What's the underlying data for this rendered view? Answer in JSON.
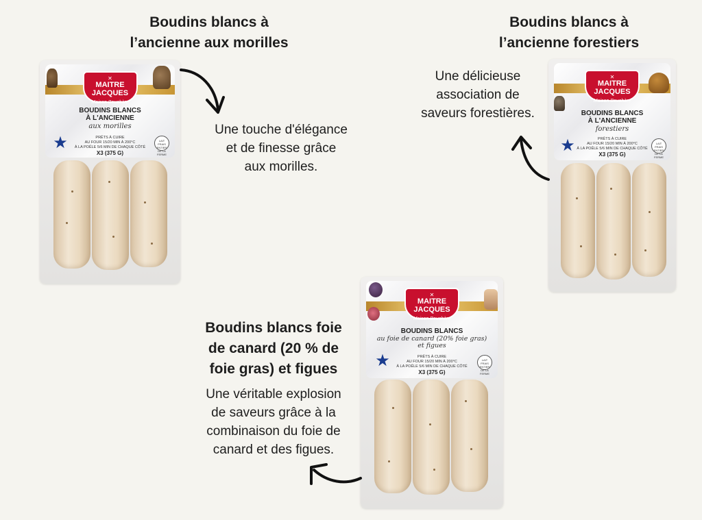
{
  "products": [
    {
      "title": "Boudins blancs à l’ancienne aux morilles",
      "title_lines": [
        "Boudins blancs à",
        "l’ancienne aux morilles"
      ],
      "description_lines": [
        "Une touche d'élégance",
        "et de finesse grâce",
        "aux morilles."
      ],
      "pack": {
        "brand_line1": "MAITRE",
        "brand_line2": "JACQUES",
        "brand_sub": "Maison Bouchère",
        "name_line1": "BOUDINS BLANCS",
        "name_line2": "À L'ANCIENNE",
        "variety": "aux morilles",
        "ready": "PRÊTS À CUIRE",
        "cook_line1": "AU FOUR 15/20 MIN À 200°C",
        "cook_line2": "À LA POÊLE 5/6 MIN DE CHAQUE CÔTÉ",
        "quantity": "X3 (375 G)",
        "seal": "LAIT FRAIS ENTIER DE LA FERME"
      }
    },
    {
      "title": "Boudins blancs à l’ancienne forestiers",
      "title_lines": [
        "Boudins blancs à",
        "l’ancienne forestiers"
      ],
      "description_lines": [
        "Une délicieuse",
        "association de",
        "saveurs forestières."
      ],
      "pack": {
        "brand_line1": "MAITRE",
        "brand_line2": "JACQUES",
        "brand_sub": "Maison Bouchère",
        "name_line1": "BOUDINS BLANCS",
        "name_line2": "À L'ANCIENNE",
        "variety": "forestiers",
        "ready": "PRÊTS À CUIRE",
        "cook_line1": "AU FOUR 15/20 MIN À 200°C",
        "cook_line2": "À LA POÊLE 5/6 MIN DE CHAQUE CÔTÉ",
        "quantity": "X3 (375 G)",
        "seal": "LAIT FRAIS ENTIER DE LA FERME"
      }
    },
    {
      "title": "Boudins blancs foie de canard (20 % de foie gras) et figues",
      "title_lines": [
        "Boudins blancs foie",
        "de canard (20 % de",
        "foie gras) et figues"
      ],
      "description_lines": [
        "Une véritable explosion",
        "de saveurs grâce à la",
        "combinaison du foie de",
        "canard et des figues."
      ],
      "pack": {
        "brand_line1": "MAITRE",
        "brand_line2": "JACQUES",
        "brand_sub": "Maison Bouchère",
        "name_line1": "BOUDINS BLANCS",
        "variety": "au foie de canard (20% foie gras)",
        "variety2": "et figues",
        "ready": "PRÊTS À CUIRE",
        "cook_line1": "AU FOUR 15/20 MIN À 200°C",
        "cook_line2": "À LA POÊLE 5/6 MIN DE CHAQUE CÔTÉ",
        "quantity": "X3 (375 G)",
        "seal": "LAIT FRAIS ENTIER DE LA FERME"
      }
    }
  ],
  "colors": {
    "background": "#f5f4ef",
    "brand_red": "#c8102e",
    "gold": "#d8b35a",
    "text": "#1d1d1d"
  },
  "icons": [
    "curved-arrow-icon",
    "france-star-icon",
    "knife-fork-icon",
    "morel-icon",
    "mushroom-icon",
    "fig-icon"
  ]
}
